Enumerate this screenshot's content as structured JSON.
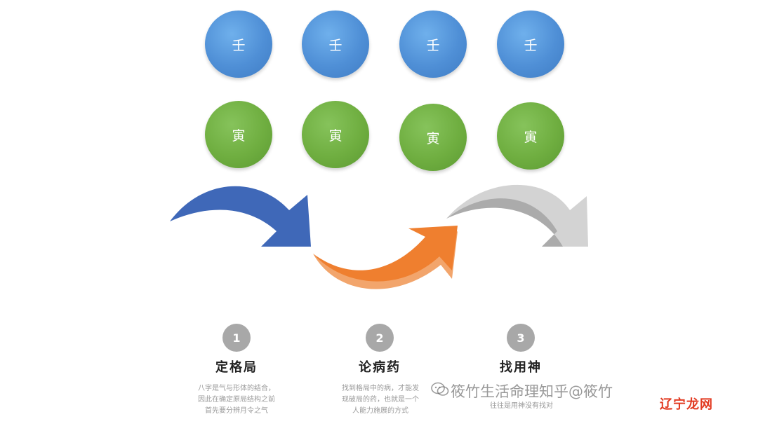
{
  "top_row": {
    "label": "壬",
    "count": 4,
    "color": "#4f8fd6"
  },
  "bottom_row": {
    "label": "寅",
    "count": 4,
    "color": "#6fae40"
  },
  "arrows": [
    {
      "name": "blue-arrow",
      "color": "#3f68b8"
    },
    {
      "name": "orange-arrow",
      "color": "#ef7f2f",
      "shade": "#f2a56c"
    },
    {
      "name": "gray-arrow",
      "color": "#c9c9c9",
      "shade": "#a9a9a9"
    }
  ],
  "steps": [
    {
      "number": "1",
      "title": "定格局",
      "desc": [
        "八字是气与形体的结合，",
        "因此在确定原局结构之前",
        "首先要分辨月令之气"
      ]
    },
    {
      "number": "2",
      "title": "论病药",
      "desc": [
        "找到格局中的病，才能发",
        "现破局的药，也就是一个",
        "人能力施展的方式"
      ]
    },
    {
      "number": "3",
      "title": "找用神",
      "desc": [
        "往往是用神没有找对"
      ]
    }
  ],
  "watermark": "筱竹生活命理知乎@筱竹",
  "brand": "辽宁龙网"
}
